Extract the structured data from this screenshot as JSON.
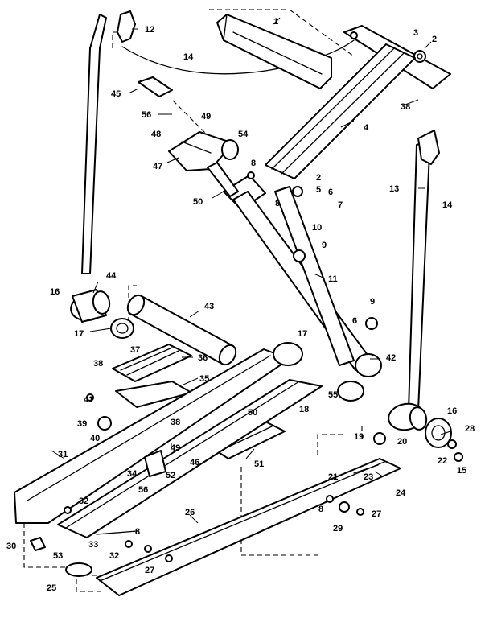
{
  "diagram": {
    "callouts": [
      {
        "id": "c1",
        "label": "1"
      },
      {
        "id": "c2a",
        "label": "2"
      },
      {
        "id": "c3",
        "label": "3"
      },
      {
        "id": "c12",
        "label": "12"
      },
      {
        "id": "c14a",
        "label": "14"
      },
      {
        "id": "c45",
        "label": "45"
      },
      {
        "id": "c56a",
        "label": "56"
      },
      {
        "id": "c49a",
        "label": "49"
      },
      {
        "id": "c48",
        "label": "48"
      },
      {
        "id": "c54",
        "label": "54"
      },
      {
        "id": "c47",
        "label": "47"
      },
      {
        "id": "c38a",
        "label": "38"
      },
      {
        "id": "c4",
        "label": "4"
      },
      {
        "id": "c8a",
        "label": "8"
      },
      {
        "id": "c8b",
        "label": "8"
      },
      {
        "id": "c2b",
        "label": "2"
      },
      {
        "id": "c5",
        "label": "5"
      },
      {
        "id": "c6a",
        "label": "6"
      },
      {
        "id": "c7",
        "label": "7"
      },
      {
        "id": "c13",
        "label": "13"
      },
      {
        "id": "c14b",
        "label": "14"
      },
      {
        "id": "c50a",
        "label": "50"
      },
      {
        "id": "c10",
        "label": "10"
      },
      {
        "id": "c9a",
        "label": "9"
      },
      {
        "id": "c11",
        "label": "11"
      },
      {
        "id": "c44",
        "label": "44"
      },
      {
        "id": "c16a",
        "label": "16"
      },
      {
        "id": "c43",
        "label": "43"
      },
      {
        "id": "c17a",
        "label": "17"
      },
      {
        "id": "c17b",
        "label": "17"
      },
      {
        "id": "c9b",
        "label": "9"
      },
      {
        "id": "c6b",
        "label": "6"
      },
      {
        "id": "c42",
        "label": "42"
      },
      {
        "id": "c37",
        "label": "37"
      },
      {
        "id": "c38b",
        "label": "38"
      },
      {
        "id": "c36",
        "label": "36"
      },
      {
        "id": "c35",
        "label": "35"
      },
      {
        "id": "c41",
        "label": "41"
      },
      {
        "id": "c55",
        "label": "55"
      },
      {
        "id": "c50b",
        "label": "50"
      },
      {
        "id": "c18",
        "label": "18"
      },
      {
        "id": "c38c",
        "label": "38"
      },
      {
        "id": "c39",
        "label": "39"
      },
      {
        "id": "c40",
        "label": "40"
      },
      {
        "id": "c16b",
        "label": "16"
      },
      {
        "id": "c28",
        "label": "28"
      },
      {
        "id": "c19",
        "label": "19"
      },
      {
        "id": "c20",
        "label": "20"
      },
      {
        "id": "c22",
        "label": "22"
      },
      {
        "id": "c15",
        "label": "15"
      },
      {
        "id": "c31",
        "label": "31"
      },
      {
        "id": "c49b",
        "label": "49"
      },
      {
        "id": "c46",
        "label": "46"
      },
      {
        "id": "c51",
        "label": "51"
      },
      {
        "id": "c34",
        "label": "34"
      },
      {
        "id": "c52",
        "label": "52"
      },
      {
        "id": "c56b",
        "label": "56"
      },
      {
        "id": "c21",
        "label": "21"
      },
      {
        "id": "c23",
        "label": "23"
      },
      {
        "id": "c24",
        "label": "24"
      },
      {
        "id": "c32a",
        "label": "32"
      },
      {
        "id": "c26",
        "label": "26"
      },
      {
        "id": "c8c",
        "label": "8"
      },
      {
        "id": "c27a",
        "label": "27"
      },
      {
        "id": "c29",
        "label": "29"
      },
      {
        "id": "c33",
        "label": "33"
      },
      {
        "id": "c32b",
        "label": "32"
      },
      {
        "id": "c8d",
        "label": "8"
      },
      {
        "id": "c30",
        "label": "30"
      },
      {
        "id": "c53",
        "label": "53"
      },
      {
        "id": "c27b",
        "label": "27"
      },
      {
        "id": "c25",
        "label": "25"
      }
    ]
  }
}
